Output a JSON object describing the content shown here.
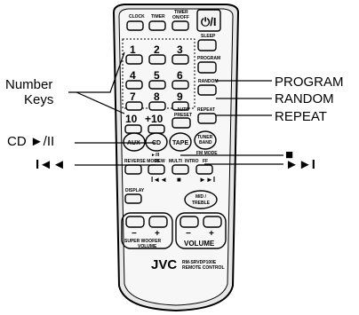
{
  "callouts": {
    "number_keys_line1": "Number",
    "number_keys_line2": "Keys",
    "program": "PROGRAM",
    "random": "RANDOM",
    "repeat": "REPEAT",
    "cd_play_pause": "CD ►/II",
    "stop": "■",
    "prev": "I◄◄",
    "next": "►►I"
  },
  "remote": {
    "clock": "CLOCK",
    "timer": "TIMER",
    "timer_onoff_1": "TIMER",
    "timer_onoff_2": "ON/OFF",
    "power": "⏻/I",
    "sleep": "SLEEP",
    "program": "PROGRAM",
    "random": "RANDOM",
    "repeat": "REPEAT",
    "auto_preset_1": "AUTO",
    "auto_preset_2": "PRESET",
    "keys": [
      "1",
      "2",
      "3",
      "4",
      "5",
      "6",
      "7",
      "8",
      "9",
      "10",
      "+10"
    ],
    "aux": "AUX",
    "cd": "CD",
    "tape": "TAPE",
    "tuner": "TUNER",
    "band": "BAND",
    "fm_mode": "FM MODE",
    "reverse_mode": "REVERSE MODE",
    "rew": "REW",
    "multi": "MULTI",
    "intro": "INTRO",
    "ff": "FF",
    "display": "DISPLAY",
    "mid": "MID /",
    "treble": "TREBLE",
    "minus": "−",
    "plus": "+",
    "super_woofer_1": "SUPER WOOFER",
    "super_woofer_2": "VOLUME",
    "volume": "VOLUME",
    "brand": "JVC",
    "model": "RM-SRVDP100E",
    "remote_control": "REMOTE CONTROL"
  }
}
